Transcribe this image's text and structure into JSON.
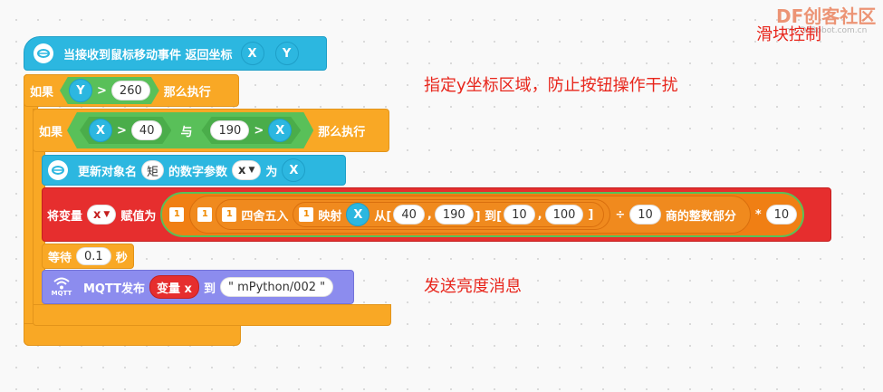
{
  "watermark": {
    "brand": "DF创客社区",
    "sub": "mc.DFRobot.com.cn"
  },
  "notes": {
    "slider": "滑块控制",
    "range": "指定y坐标区域，防止按钮操作干扰",
    "publish": "发送亮度消息"
  },
  "event_block": {
    "label": "当接收到鼠标移动事件 返回坐标",
    "x": "X",
    "y": "Y"
  },
  "if1": {
    "keyword": "如果",
    "var": "Y",
    "op": ">",
    "value": "260",
    "then": "那么执行"
  },
  "if2": {
    "keyword": "如果",
    "var1": "X",
    "op1": ">",
    "value1": "40",
    "and": "与",
    "value2": "190",
    "op2": ">",
    "var2": "X",
    "then": "那么执行"
  },
  "update_block": {
    "label": "更新对象名",
    "object": "矩",
    "param_label": "的数字参数",
    "param": "x",
    "to": "为",
    "value": "X"
  },
  "set_block": {
    "label": "将变量",
    "var": "x",
    "assign": "赋值为",
    "round": "四舍五入",
    "map": "映射",
    "map_var": "X",
    "from": "从[",
    "from_a": "40",
    "comma": ",",
    "from_b": "190",
    "to": "] 到[",
    "to_a": "10",
    "to_b": "100",
    "close": "]",
    "div": "÷",
    "div_val": "10",
    "int_part": "商的整数部分",
    "mul": "*",
    "mul_val": "10"
  },
  "wait_block": {
    "label": "等待",
    "value": "0.1",
    "unit": "秒"
  },
  "mqtt_block": {
    "label": "MQTT发布",
    "var_chip": "变量 x",
    "to": "到",
    "topic": "\" mPython/002 \"",
    "icon_label": "MQTT"
  },
  "colors": {
    "event": "#2cb7e0",
    "control": "#f9a825",
    "variable": "#e62e2e",
    "operator": "#59c059",
    "mqtt": "#8c8cee",
    "note": "#e8261c"
  }
}
